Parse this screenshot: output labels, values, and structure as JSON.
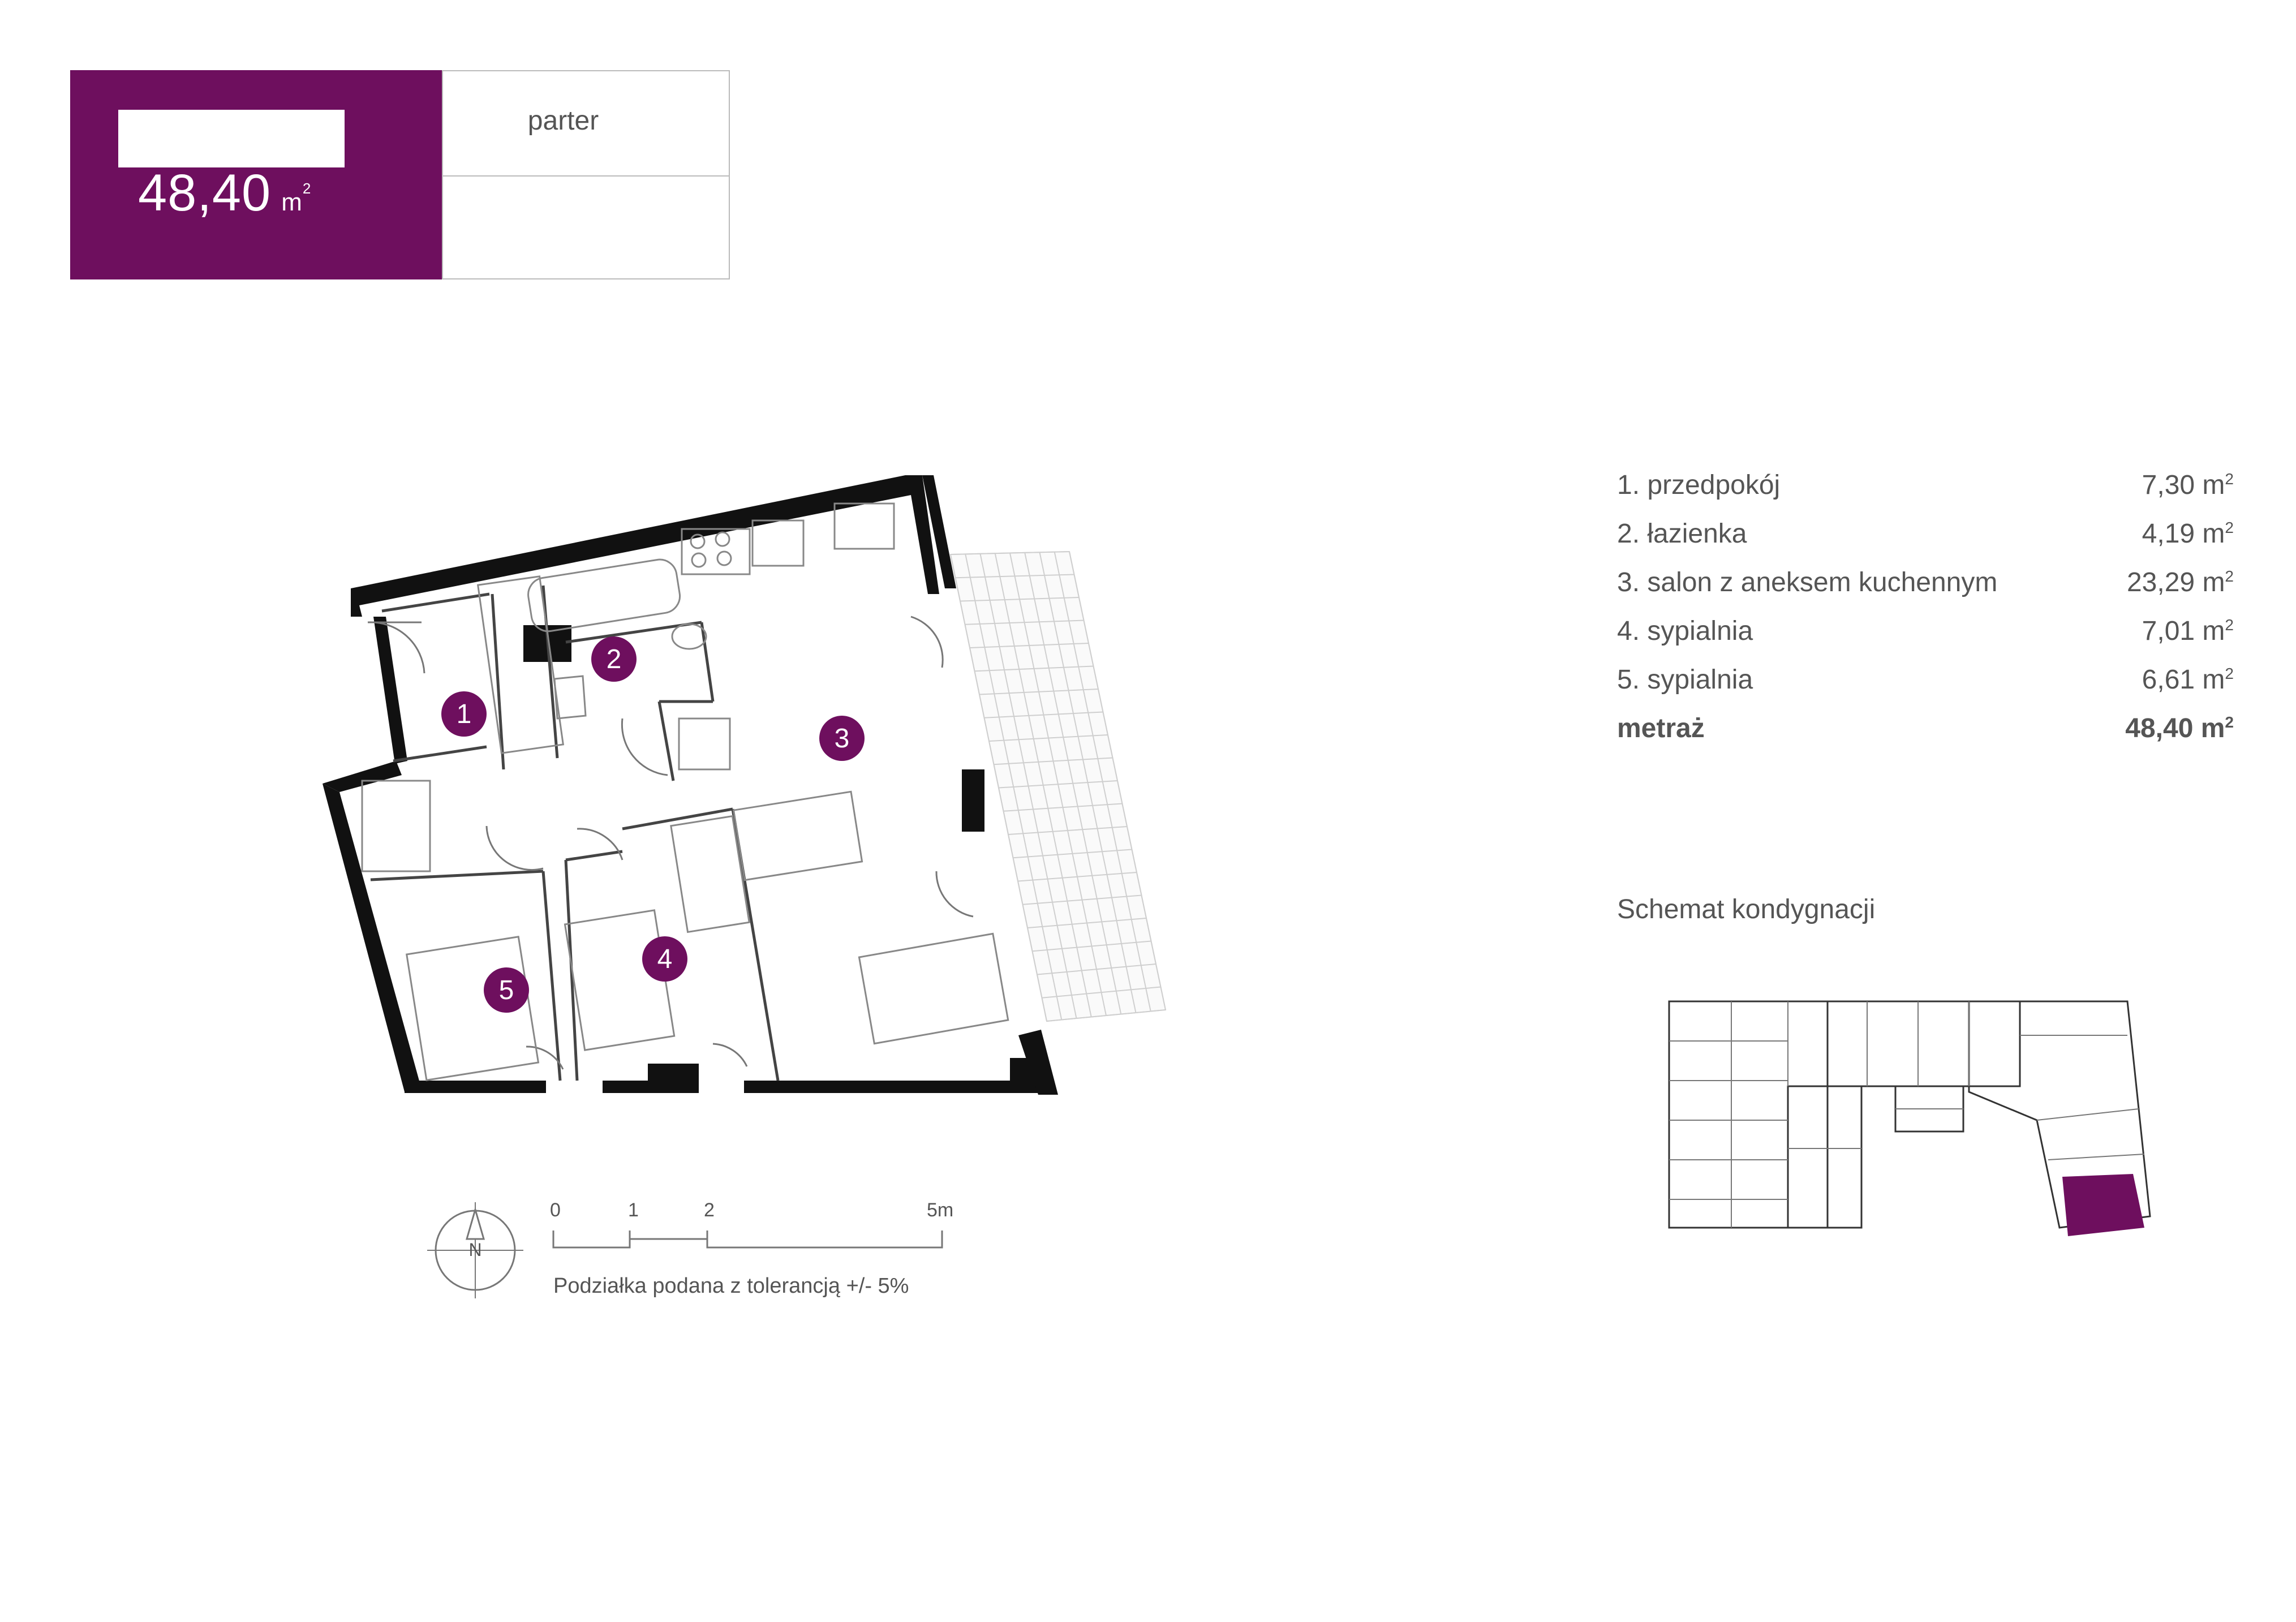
{
  "header": {
    "area_value": "48,40",
    "area_unit": "m",
    "area_unit_sup": "2",
    "floor_label": "parter"
  },
  "rooms": [
    {
      "label": "1. przedpokój",
      "value": "7,30 m",
      "sup": "2"
    },
    {
      "label": "2. łazienka",
      "value": "4,19 m",
      "sup": "2"
    },
    {
      "label": "3. salon z aneksem kuchennym",
      "value": "23,29 m",
      "sup": "2"
    },
    {
      "label": "4. sypialnia",
      "value": "7,01 m",
      "sup": "2"
    },
    {
      "label": "5. sypialnia",
      "value": "6,61 m",
      "sup": "2"
    }
  ],
  "total": {
    "label": "metraż",
    "value": "48,40 m",
    "sup": "2"
  },
  "plan_markers": [
    "1",
    "2",
    "3",
    "4",
    "5"
  ],
  "compass_label": "N",
  "scale": {
    "ticks": [
      "0",
      "1",
      "2",
      "5m"
    ],
    "note": "Podziałka podana z tolerancją +/- 5%"
  },
  "schemat": {
    "title": "Schemat kondygnacji"
  },
  "colors": {
    "accent": "#6e0f5e",
    "wall": "#111111",
    "line": "#888888"
  }
}
